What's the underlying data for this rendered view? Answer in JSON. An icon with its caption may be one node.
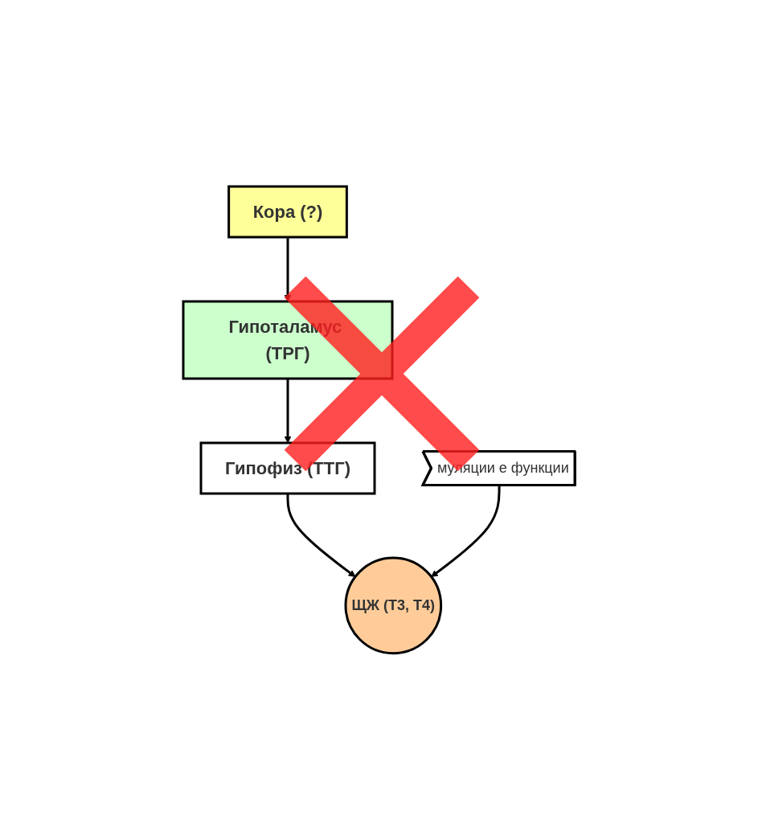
{
  "diagram": {
    "nodes": [
      {
        "text": [
          "Кора (?)"
        ]
      },
      {
        "text": [
          "Гипоталамус (ТРГ)"
        ]
      },
      {
        "text": [
          "Гипофиз (ТТГ)"
        ]
      },
      {
        "text": [
          "ЩЖ (Т3, Т4)"
        ]
      },
      {
        "text": [
          "муляции е функции"
        ]
      }
    ],
    "edges": [
      {
        "from": 0,
        "to": 1,
        "arrow": "to"
      },
      {
        "from": 1,
        "to": 2,
        "arrow": "to"
      },
      {
        "from": 2,
        "to": 3,
        "arrow": "to"
      },
      {
        "from": 4,
        "to": 3,
        "arrow": "to"
      }
    ]
  }
}
